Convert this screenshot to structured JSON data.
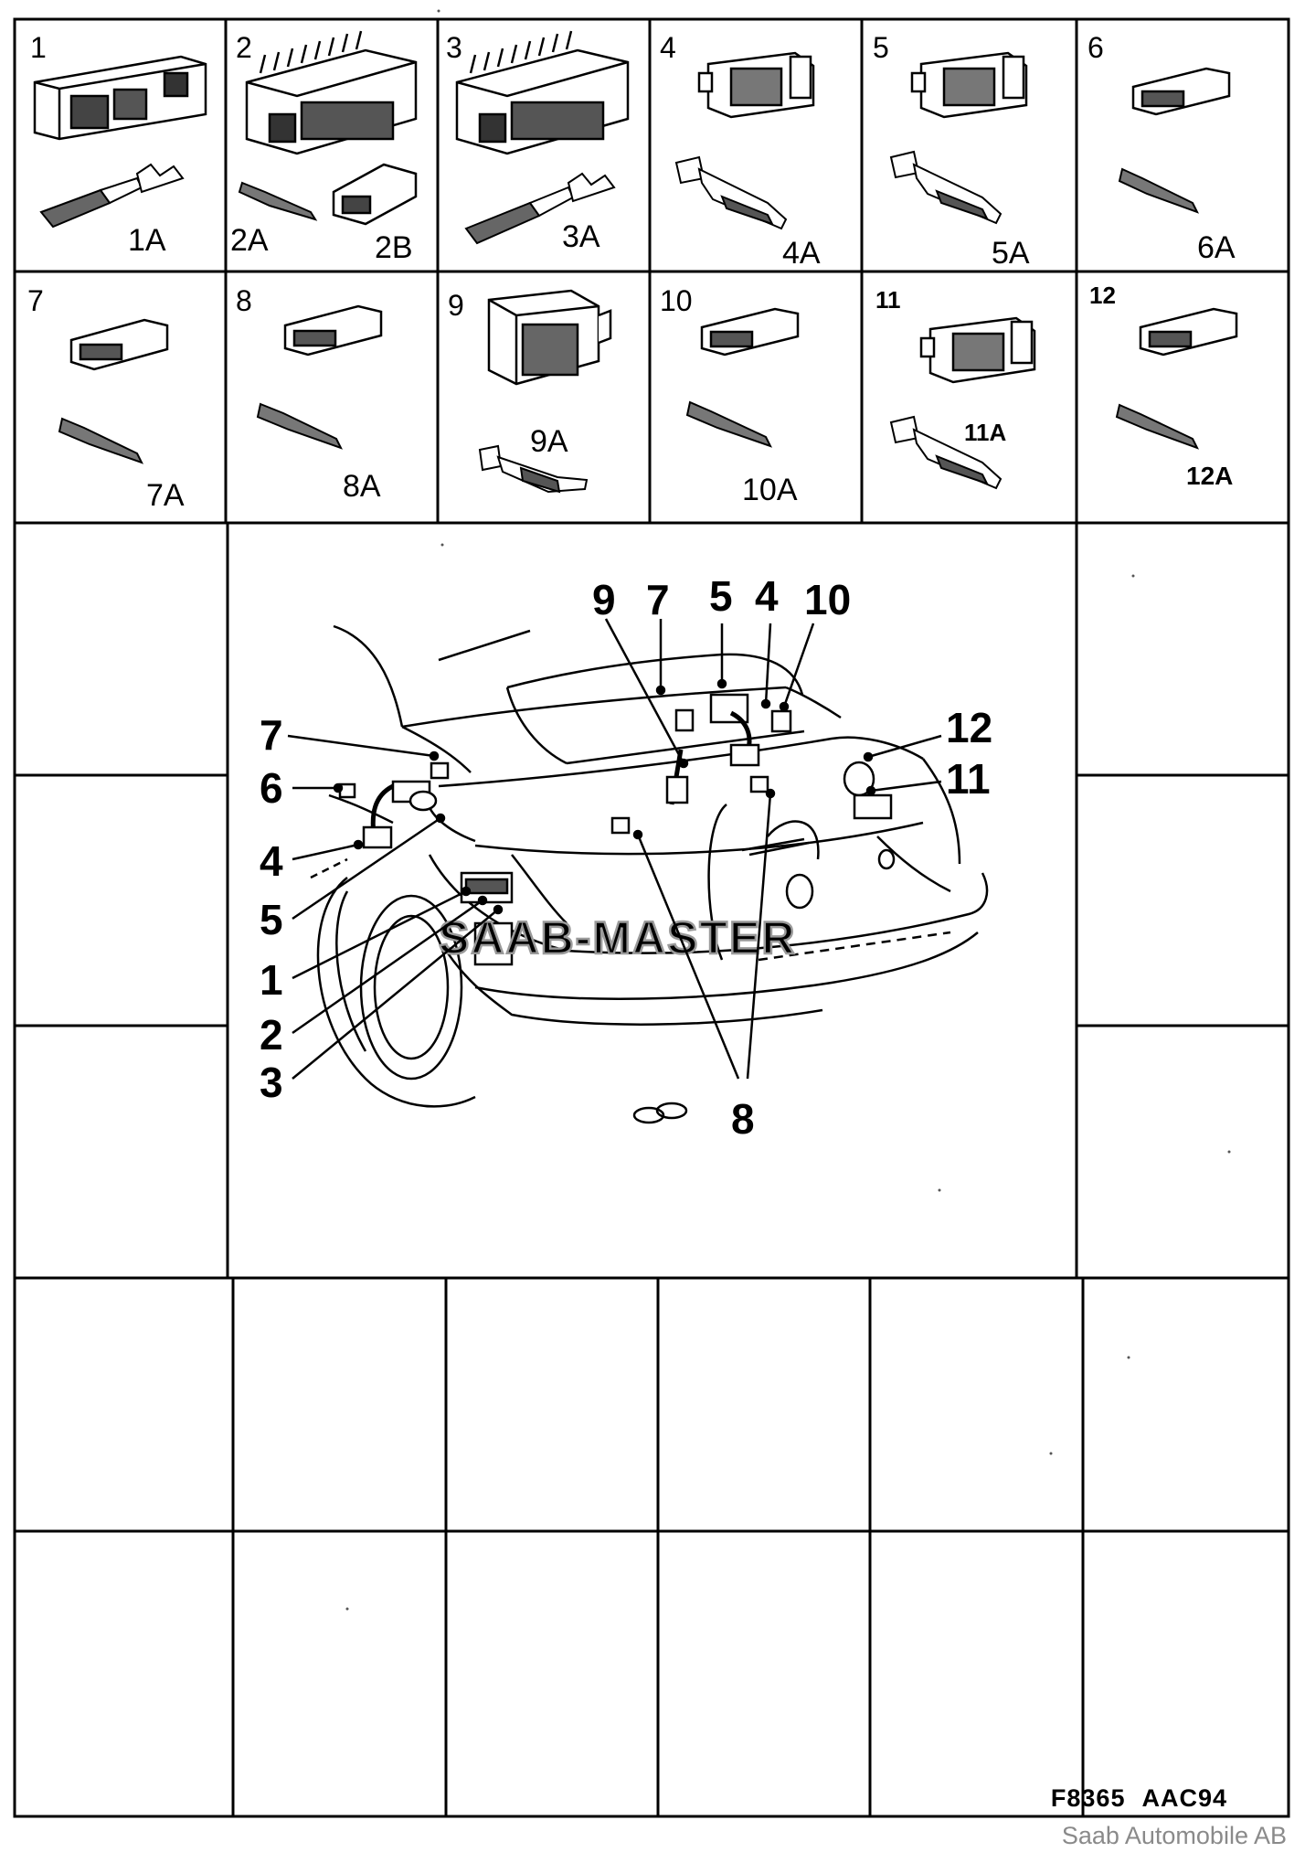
{
  "parts": [
    {
      "id": "1",
      "subs": [
        "1A"
      ]
    },
    {
      "id": "2",
      "subs": [
        "2A",
        "2B"
      ]
    },
    {
      "id": "3",
      "subs": [
        "3A"
      ]
    },
    {
      "id": "4",
      "subs": [
        "4A"
      ]
    },
    {
      "id": "5",
      "subs": [
        "5A"
      ]
    },
    {
      "id": "6",
      "subs": [
        "6A"
      ]
    },
    {
      "id": "7",
      "subs": [
        "7A"
      ]
    },
    {
      "id": "8",
      "subs": [
        "8A"
      ]
    },
    {
      "id": "9",
      "subs": [
        "9A"
      ]
    },
    {
      "id": "10",
      "subs": [
        "10A"
      ]
    },
    {
      "id": "11",
      "subs": [
        "11A"
      ]
    },
    {
      "id": "12",
      "subs": [
        "12A"
      ]
    }
  ],
  "callouts": [
    "9",
    "7",
    "5",
    "4",
    "10",
    "7",
    "6",
    "4",
    "5",
    "1",
    "2",
    "3",
    "12",
    "11",
    "8"
  ],
  "watermark": "SAAB-MASTER",
  "footer": {
    "code1": "F8365",
    "code2": "AAC94",
    "copyright": "Saab Automobile AB"
  }
}
